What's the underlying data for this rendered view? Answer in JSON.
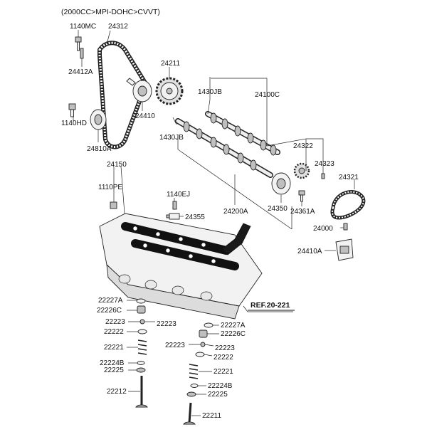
{
  "header": {
    "title": "(2000CC>MPI-DOHC>CVVT)"
  },
  "reference": {
    "label": "REF.20-221"
  },
  "callouts": {
    "p1140MC": "1140MC",
    "p24312": "24312",
    "p24412A": "24412A",
    "p24211": "24211",
    "p1430JB_top": "1430JB",
    "p24100C": "24100C",
    "p24410": "24410",
    "p1140HD": "1140HD",
    "p24810A": "24810A",
    "p1430JB_mid": "1430JB",
    "p24322": "24322",
    "p24323": "24323",
    "p24150": "24150",
    "p24321": "24321",
    "p1110PE": "1110PE",
    "p1140EJ": "1140EJ",
    "p24200A": "24200A",
    "p24350": "24350",
    "p24361A": "24361A",
    "p24355": "24355",
    "p24000": "24000",
    "p24410A": "24410A",
    "p22227A_l": "22227A",
    "p22226C_l": "22226C",
    "p22223_l": "22223",
    "p22223_lr": "22223",
    "p22222_l": "22222",
    "p22221_l": "22221",
    "p22224B_l": "22224B",
    "p22225_l": "22225",
    "p22212": "22212",
    "p22227A_r": "22227A",
    "p22226C_r": "22226C",
    "p22223_rl": "22223",
    "p22223_r": "22223",
    "p22222_r": "22222",
    "p22221_r": "22221",
    "p22224B_r": "22224B",
    "p22225_r": "22225",
    "p22211": "22211"
  }
}
